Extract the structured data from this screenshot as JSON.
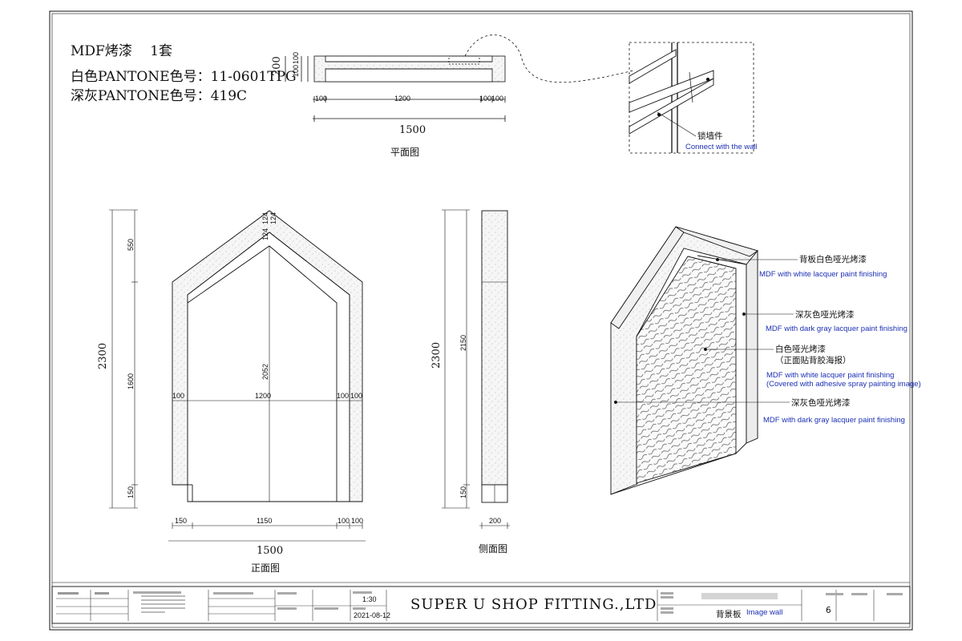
{
  "header": {
    "line1": "MDF烤漆　 1套",
    "line2": "白色PANTONE色号：11-0601TPG",
    "line3": "深灰PANTONE色号：419C"
  },
  "plan": {
    "depth": "200",
    "inner_depth_a": "100",
    "inner_depth_b": "100",
    "dim_left": "100",
    "dim_mid": "1200",
    "dim_r1": "100",
    "dim_r2": "100",
    "total": "1500",
    "caption": "平面图"
  },
  "detail": {
    "label_cn": "锁墙件",
    "label_en": "Connect with the wall"
  },
  "front": {
    "height_total": "2300",
    "h_top": "550",
    "h_mid": "1600",
    "h_bottom": "150",
    "inner_height": "2052",
    "peak_a": "124",
    "peak_b": "124",
    "peak_c": "124",
    "w_left": "100",
    "w_mid": "1200",
    "w_r1": "100",
    "w_r2": "100",
    "b_left": "150",
    "b_mid": "1150",
    "b_r1": "100",
    "b_r2": "100",
    "total": "1500",
    "caption": "正面图"
  },
  "side": {
    "height_total": "2300",
    "h_main": "2150",
    "h_bottom": "150",
    "depth": "200",
    "caption": "侧面图"
  },
  "iso": {
    "l1_cn": "背板白色哑光烤漆",
    "l1_en": "MDF with white lacquer paint finishing",
    "l2_cn": "深灰色哑光烤漆",
    "l2_en": "MDF with dark gray lacquer paint finishing",
    "l3_cn": "白色哑光烤漆",
    "l3_cn2": "（正面贴背胶海报）",
    "l3_en": "MDF with white lacquer paint finishing",
    "l3_en2": "(Covered with adhesive spray painting image)",
    "l4_cn": "深灰色哑光烤漆",
    "l4_en": "MDF with dark gray lacquer paint finishing"
  },
  "title_block": {
    "scale": "1:30",
    "date": "2021-08-12",
    "company": "SUPER U SHOP FITTING.,LTD",
    "drawing_cn": "背景板",
    "drawing_en": "Image wall",
    "sheet_no": "6"
  },
  "colors": {
    "line": "#111111",
    "annotation_blue": "#1b2fb3",
    "fill_gray": "#f4f4f4"
  }
}
